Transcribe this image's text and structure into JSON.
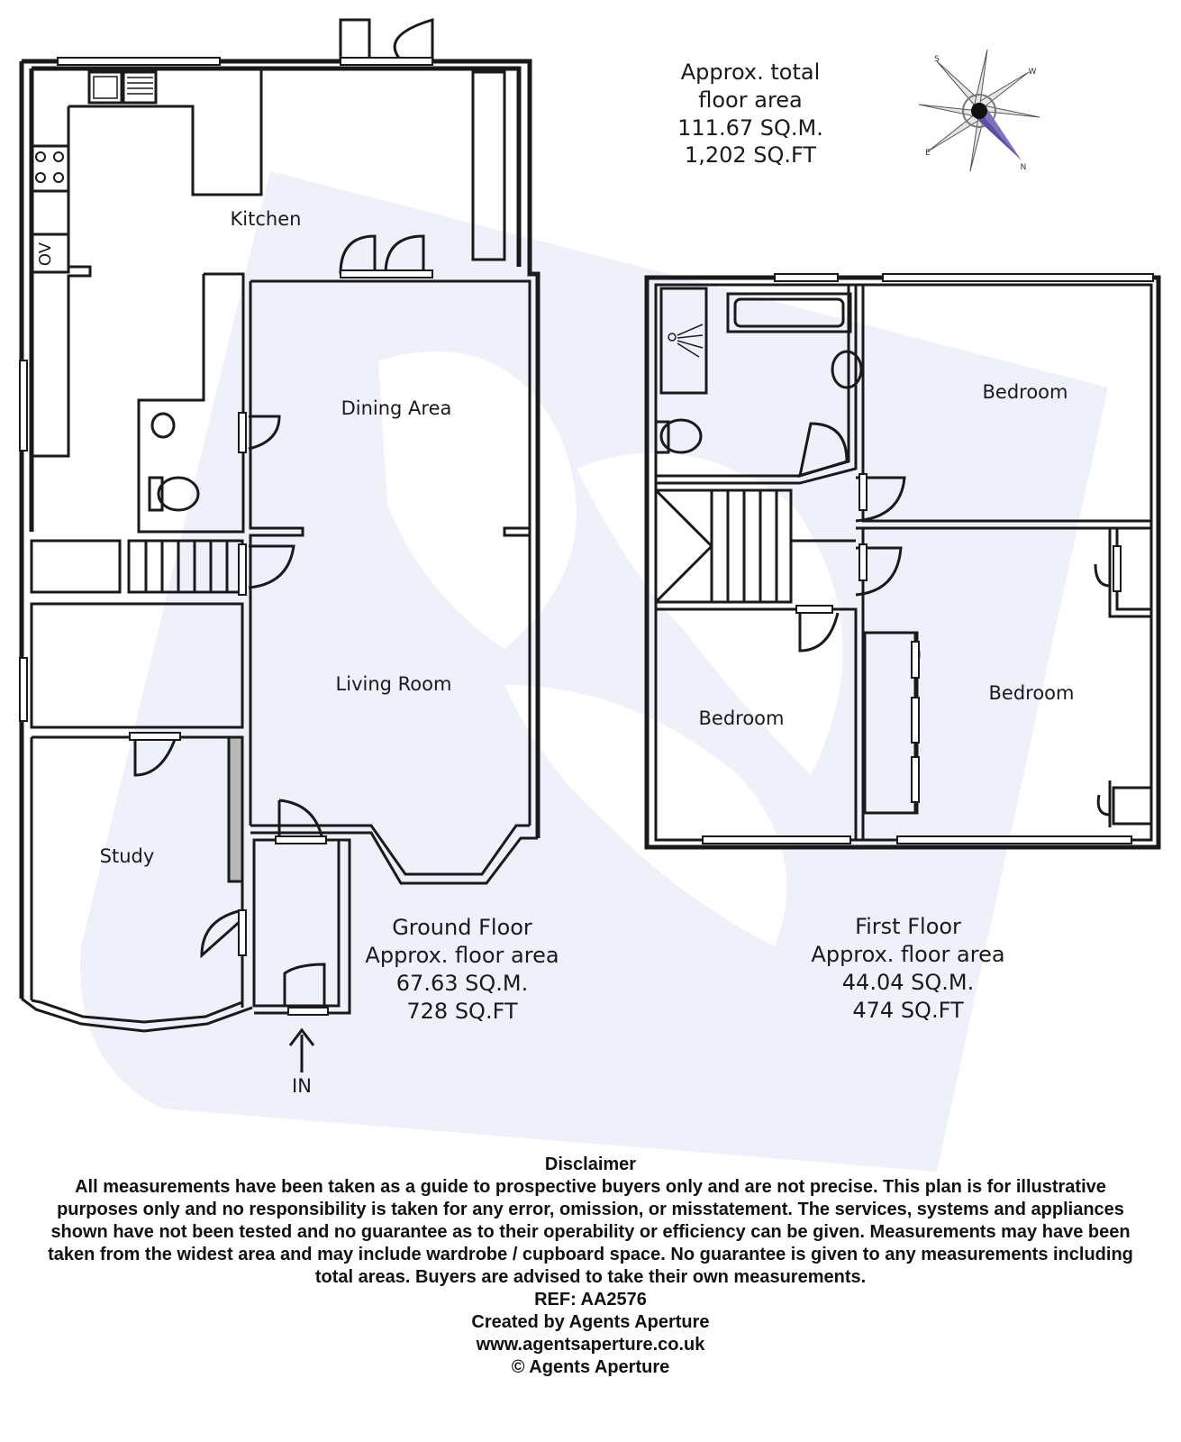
{
  "total_area": {
    "line1": "Approx. total",
    "line2": "floor area",
    "sqm": "111.67 SQ.M.",
    "sqft": "1,202 SQ.FT"
  },
  "compass": {
    "s": "S",
    "w": "W",
    "e": "E",
    "n": "N"
  },
  "ground_floor": {
    "title": "Ground Floor",
    "subtitle": "Approx. floor area",
    "sqm": "67.63 SQ.M.",
    "sqft": "728 SQ.FT",
    "rooms": {
      "kitchen": "Kitchen",
      "dining": "Dining Area",
      "living": "Living Room",
      "study": "Study"
    },
    "oven_label": "OV",
    "entrance_label": "IN"
  },
  "first_floor": {
    "title": "First Floor",
    "subtitle": "Approx. floor area",
    "sqm": "44.04 SQ.M.",
    "sqft": "474 SQ.FT",
    "rooms": {
      "bedroom_top": "Bedroom",
      "bedroom_left": "Bedroom",
      "bedroom_right": "Bedroom"
    }
  },
  "disclaimer": {
    "title": "Disclaimer",
    "body": "All measurements have been taken as a guide to prospective buyers only and are not precise. This plan is for illustrative purposes only and no responsibility is taken for any error, omission, or misstatement. The services, systems and appliances shown have not been tested and no guarantee as to their operability or efficiency can be given. Measurements may have been taken from the widest area and may include wardrobe / cupboard space. No guarantee is given to any measurements including total areas. Buyers are advised to take their own measurements.",
    "ref": "REF: AA2576",
    "created_by": "Created by Agents Aperture",
    "website": "www.agentsaperture.co.uk",
    "copyright": "© Agents Aperture"
  },
  "colors": {
    "wall": "#1a1a1a",
    "watermark": "#eef1fa",
    "compass_needle": "#5a4fa0"
  }
}
